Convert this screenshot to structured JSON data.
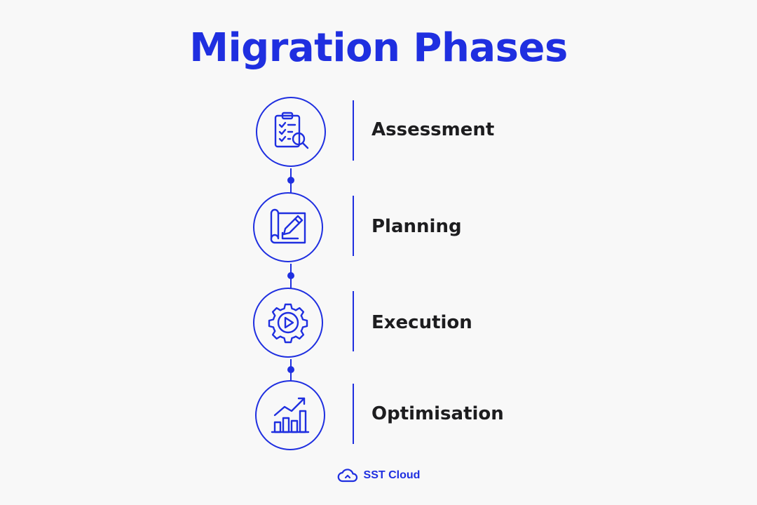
{
  "title": "Migration Phases",
  "colors": {
    "accent": "#1f2fe0",
    "text": "#1d1d1f",
    "background": "#f8f8f8"
  },
  "phases": [
    {
      "label": "Assessment",
      "icon": "clipboard-search-icon"
    },
    {
      "label": "Planning",
      "icon": "blueprint-pencil-icon"
    },
    {
      "label": "Execution",
      "icon": "gear-play-icon"
    },
    {
      "label": "Optimisation",
      "icon": "growth-chart-icon"
    }
  ],
  "brand": {
    "name": "SST Cloud",
    "icon": "cloud-logo-icon"
  }
}
